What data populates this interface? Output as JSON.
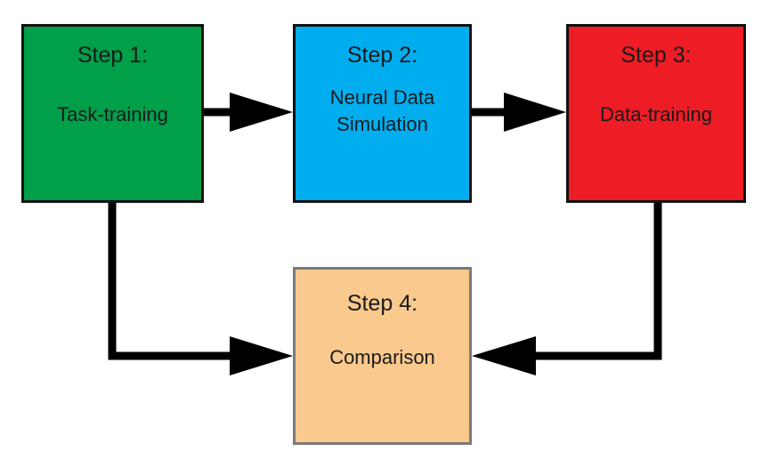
{
  "steps": [
    {
      "step": "Step 1:",
      "label": "Task-training",
      "color": "#009f4a"
    },
    {
      "step": "Step 2:",
      "label": "Neural Data\nSimulation",
      "color": "#00aeef"
    },
    {
      "step": "Step 3:",
      "label": "Data-training",
      "color": "#ee1c25"
    },
    {
      "step": "Step 4:",
      "label": "Comparison",
      "color": "#f9c98d"
    }
  ],
  "connections": [
    {
      "from": "Step 1",
      "to": "Step 2"
    },
    {
      "from": "Step 2",
      "to": "Step 3"
    },
    {
      "from": "Step 1",
      "to": "Step 4"
    },
    {
      "from": "Step 3",
      "to": "Step 4"
    }
  ]
}
